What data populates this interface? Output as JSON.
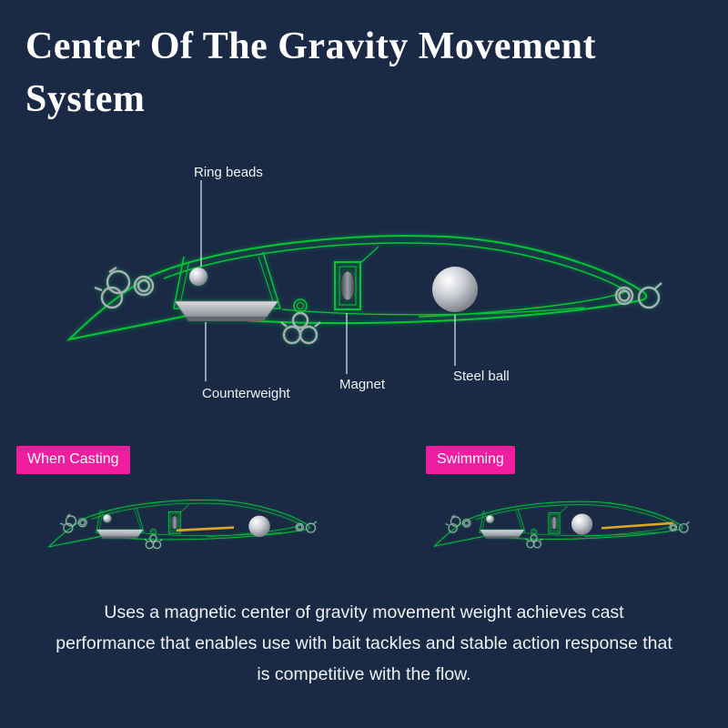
{
  "title": {
    "line1": "Center Of The Gravity Movement",
    "line2": "System"
  },
  "diagram": {
    "ring_beads_label": "Ring beads",
    "counterweight_label": "Counterweight",
    "magnet_label": "Magnet",
    "steel_ball_label": "Steel ball"
  },
  "states": {
    "casting_label": "When Casting",
    "swimming_label": "Swimming"
  },
  "description": {
    "text": "Uses a magnetic center of gravity movement weight achieves cast performance that enables use with bait tackles and stable action response that is competitive with the flow."
  },
  "colors": {
    "background": "#1a2a45",
    "lure_outline_green": "#00c832",
    "badge_pink": "#f01d9f",
    "spring_yellow": "#dca727",
    "label_text": "#eef2f5"
  }
}
